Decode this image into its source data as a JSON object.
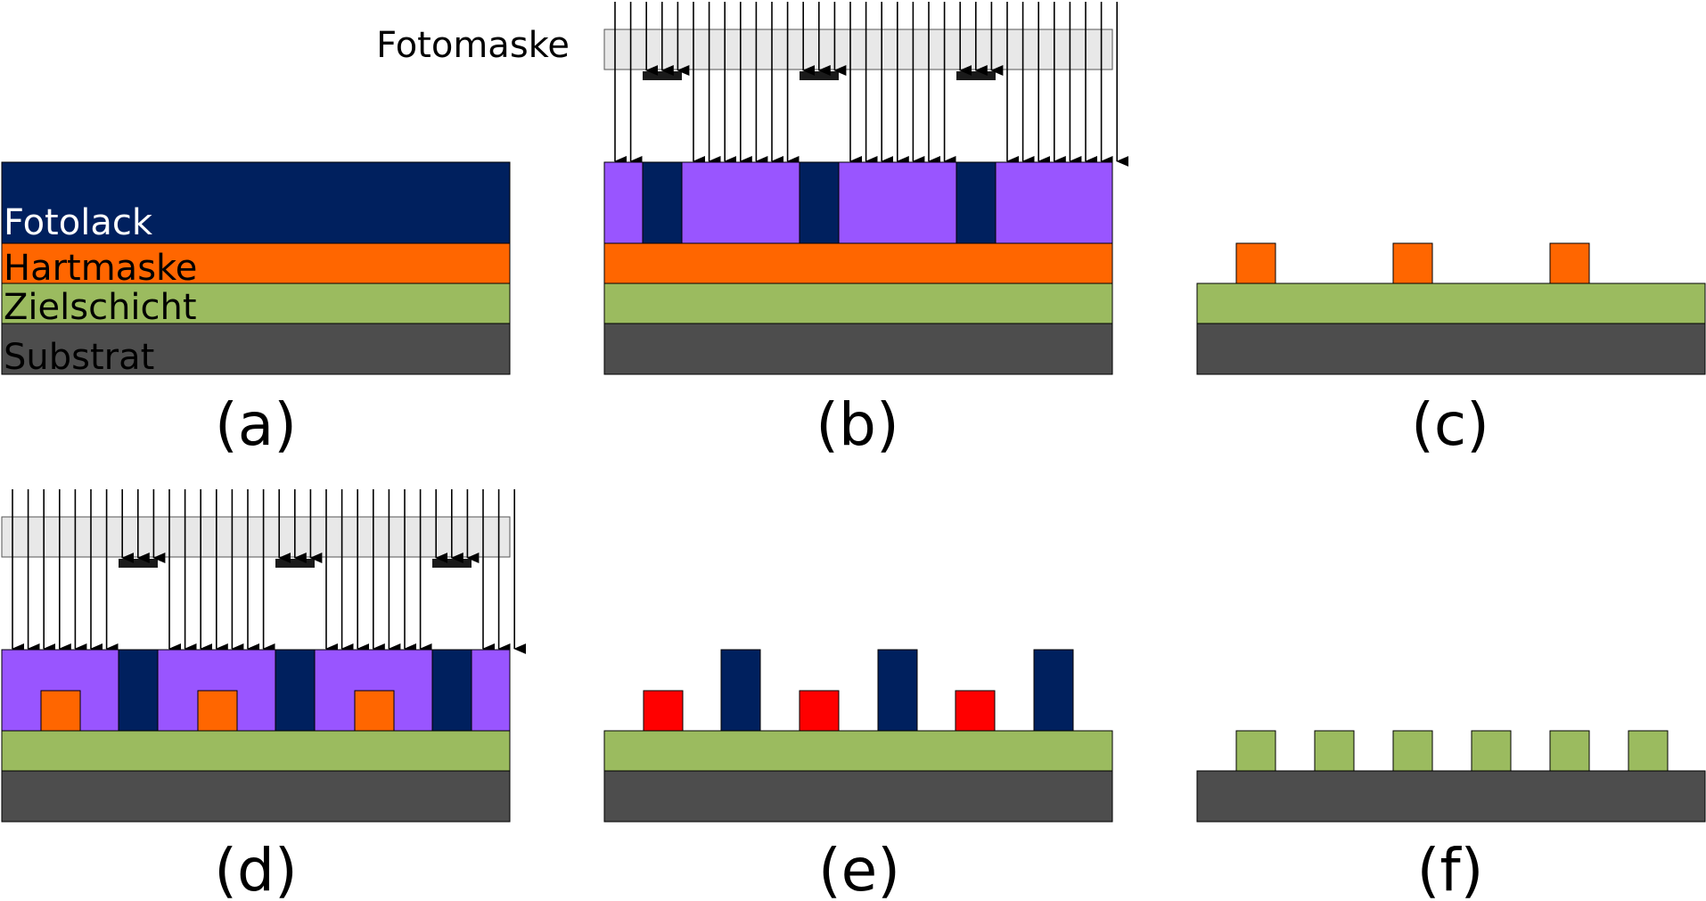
{
  "colors": {
    "photoresist": "#00205e",
    "exposed_resist": "#9955ff",
    "hardmask": "#ff6600",
    "target_layer": "#9bbb5f",
    "substrate": "#4d4d4d",
    "red_feature": "#ff0000",
    "mask_plate": "#e8e8e8",
    "mask_absorber": "#1a1a1a",
    "arrows": "#000000"
  },
  "labels": {
    "photomask": "Fotomaske",
    "photoresist": "Fotolack",
    "hardmask": "Hartmaske",
    "target_layer": "Zielschicht",
    "substrate": "Substrat"
  },
  "captions": {
    "a": "(a)",
    "b": "(b)",
    "c": "(c)",
    "d": "(d)",
    "e": "(e)",
    "f": "(f)"
  }
}
